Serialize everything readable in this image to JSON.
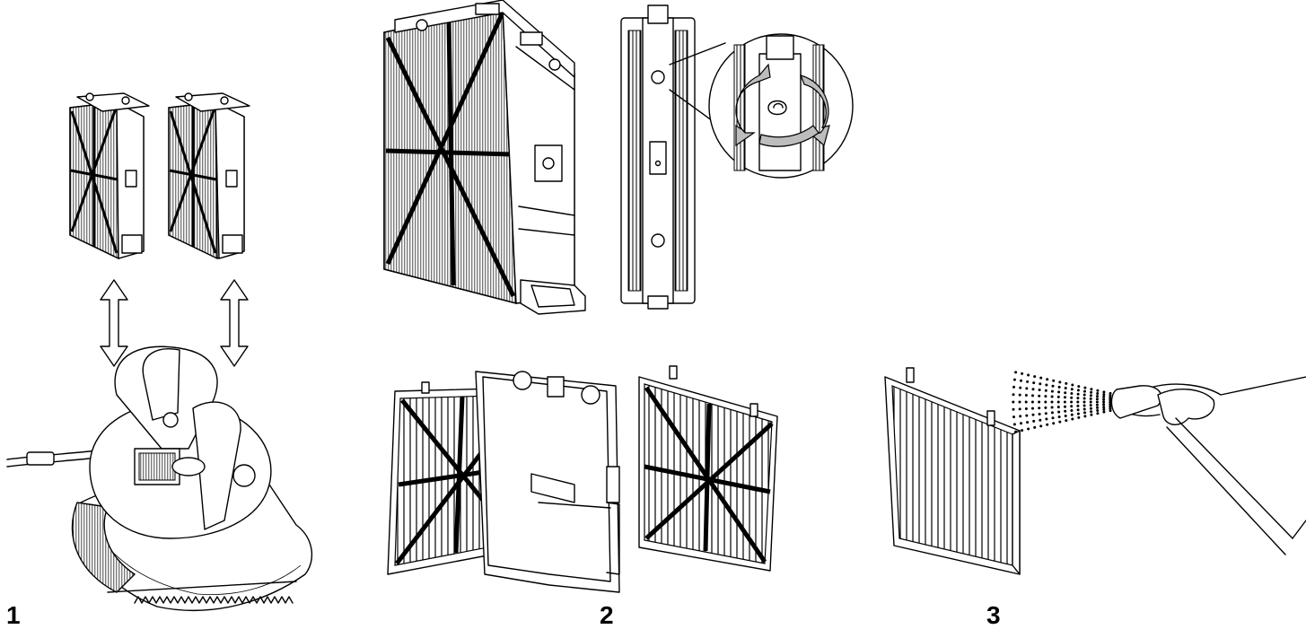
{
  "steps": [
    {
      "label": "1"
    },
    {
      "label": "2"
    },
    {
      "label": "3"
    }
  ],
  "colors": {
    "ink": "#000000",
    "background": "#ffffff",
    "arrow_fill": "#bdbdbd"
  }
}
